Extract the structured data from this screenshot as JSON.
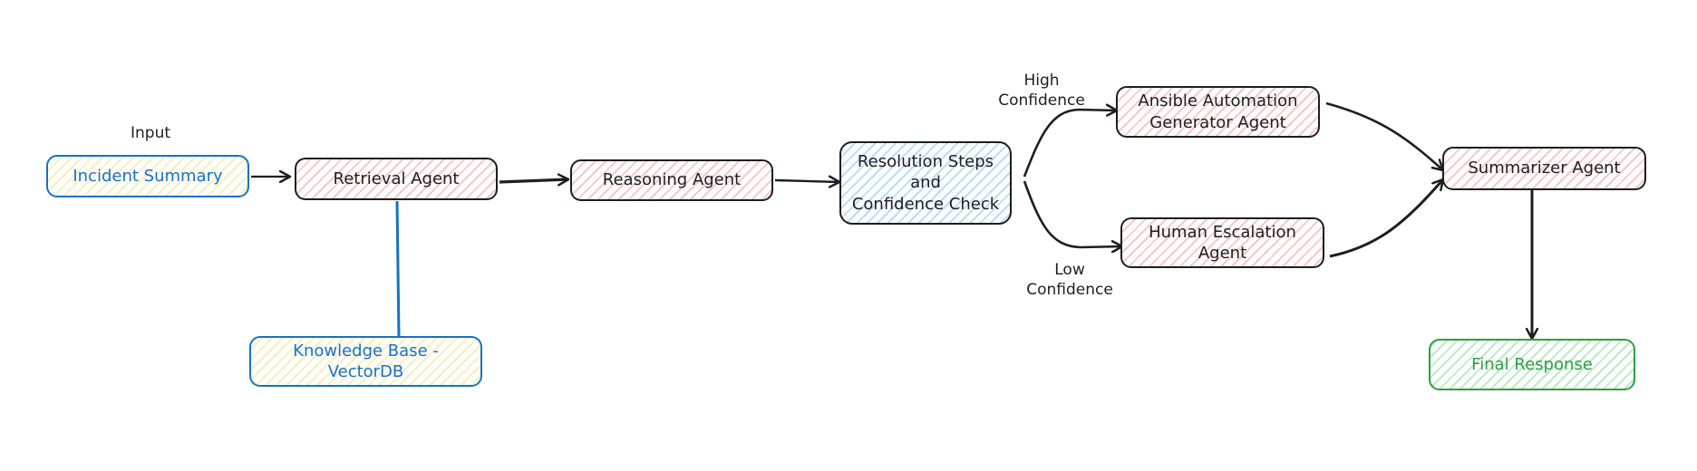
{
  "diagram": {
    "nodes": {
      "incident_summary": "Incident Summary",
      "retrieval_agent": "Retrieval Agent",
      "reasoning_agent": "Reasoning Agent",
      "resolution_check": "Resolution Steps\nand\nConfidence Check",
      "ansible_agent": "Ansible Automation\nGenerator Agent",
      "human_escalation": "Human Escalation Agent",
      "summarizer_agent": "Summarizer Agent",
      "knowledge_base": "Knowledge Base -\nVectorDB",
      "final_response": "Final Response"
    },
    "labels": {
      "input": "Input",
      "high_confidence": "High\nConfidence",
      "low_confidence": "Low\nConfidence"
    }
  },
  "colors": {
    "stroke": "#1e1e1e",
    "blue": "#1971c2",
    "green": "#2f9e44",
    "red_fill": "#f6c9c9",
    "yellow_fill": "#f7efbf",
    "blue_fill": "#bcdcf8",
    "green_fill": "#bfe9c6"
  }
}
